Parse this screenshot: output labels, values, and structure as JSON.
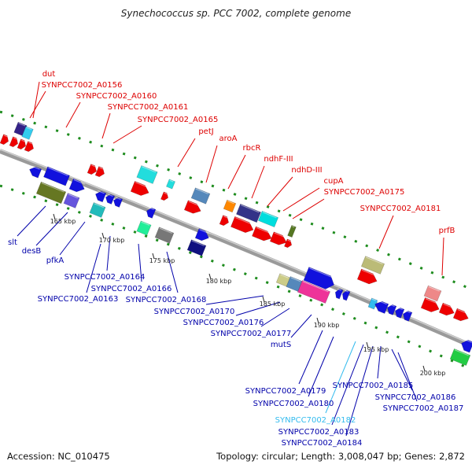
{
  "title": "Synechococcus sp. PCC 7002, complete genome",
  "footer": {
    "accession": "Accession: NC_010475",
    "summary": "Topology: circular; Length: 3,008,047 bp; Genes: 2,872"
  },
  "colors": {
    "backbone": "#8a8a8a",
    "ticks": "#1e8c1e",
    "upper_labels": "#dd0000",
    "lower_labels": "#0000aa",
    "highlight_label": "#33bbee"
  },
  "kbp_ticks": [
    "165 kbp",
    "170 kbp",
    "175 kbp",
    "180 kbp",
    "185 kbp",
    "190 kbp",
    "195 kbp",
    "200 kbp"
  ],
  "upper_labels": [
    "dut",
    "SYNPCC7002_A0156",
    "SYNPCC7002_A0160",
    "SYNPCC7002_A0161",
    "SYNPCC7002_A0165",
    "petJ",
    "aroA",
    "rbcR",
    "ndhF-III",
    "ndhD-III",
    "cupA",
    "SYNPCC7002_A0175",
    "SYNPCC7002_A0181",
    "prfB"
  ],
  "lower_labels": [
    "slt",
    "desB",
    "pfkA",
    "SYNPCC7002_A0164",
    "SYNPCC7002_A0163",
    "SYNPCC7002_A0166",
    "SYNPCC7002_A0168",
    "SYNPCC7002_A0170",
    "SYNPCC7002_A0176",
    "SYNPCC7002_A0177",
    "mutS",
    "SYNPCC7002_A0179",
    "SYNPCC7002_A0180",
    "SYNPCC7002_A0182",
    "SYNPCC7002_A0183",
    "SYNPCC7002_A0184",
    "SYNPCC7002_A0185",
    "SYNPCC7002_A0186",
    "SYNPCC7002_A0187"
  ]
}
